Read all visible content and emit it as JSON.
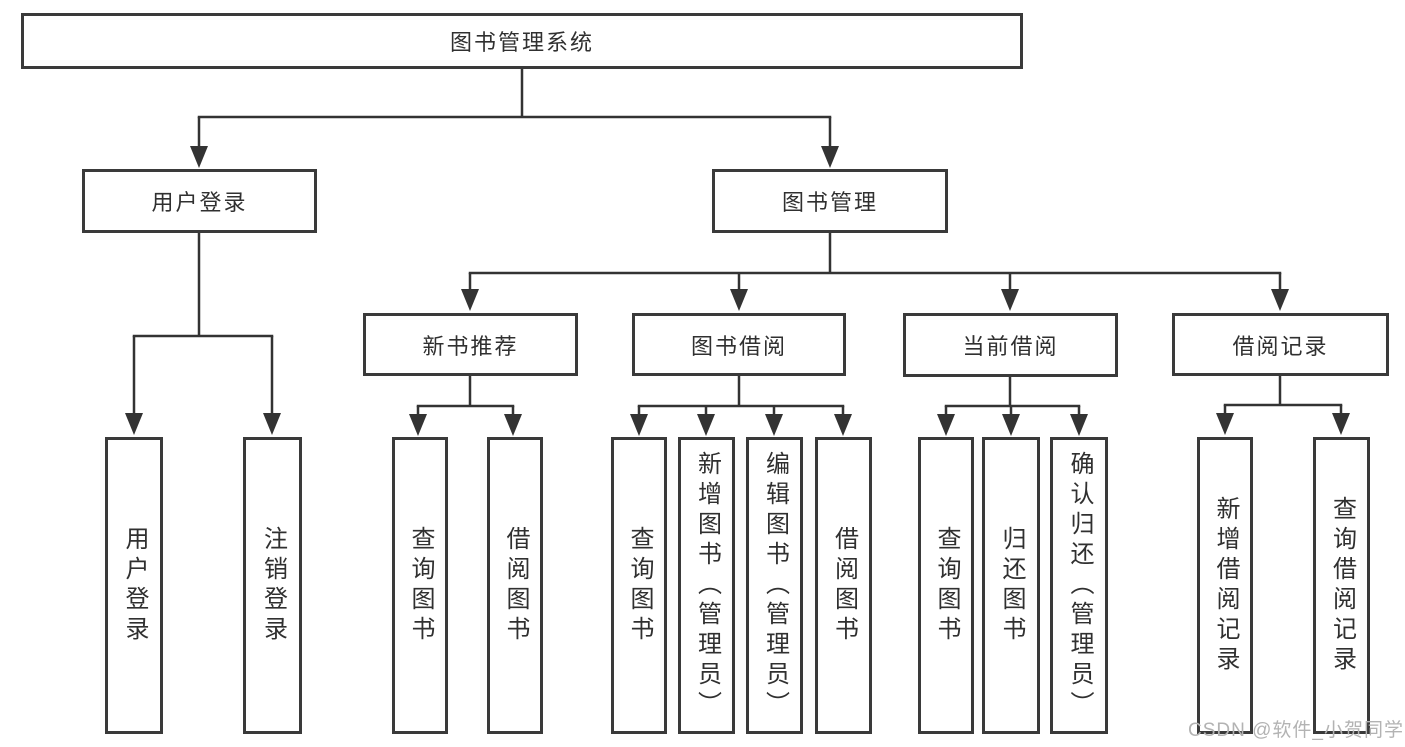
{
  "tree": {
    "root": "图书管理系统",
    "branches": [
      {
        "label": "用户登录",
        "children": [
          "用户登录",
          "注销登录"
        ]
      },
      {
        "label": "图书管理",
        "children": [
          {
            "label": "新书推荐",
            "children": [
              "查询图书",
              "借阅图书"
            ]
          },
          {
            "label": "图书借阅",
            "children": [
              "查询图书",
              "新增图书（管理员）",
              "编辑图书（管理员）",
              "借阅图书"
            ]
          },
          {
            "label": "当前借阅",
            "children": [
              "查询图书",
              "归还图书",
              "确认归还（管理员）"
            ]
          },
          {
            "label": "借阅记录",
            "children": [
              "新增借阅记录",
              "查询借阅记录"
            ]
          }
        ]
      }
    ]
  },
  "watermark": {
    "text": "CSDN @软件_小贺同学"
  },
  "colors": {
    "line": "#333333",
    "box_border": "#3a3a3a",
    "text": "#303030",
    "watermark": "#b3b3b3"
  }
}
